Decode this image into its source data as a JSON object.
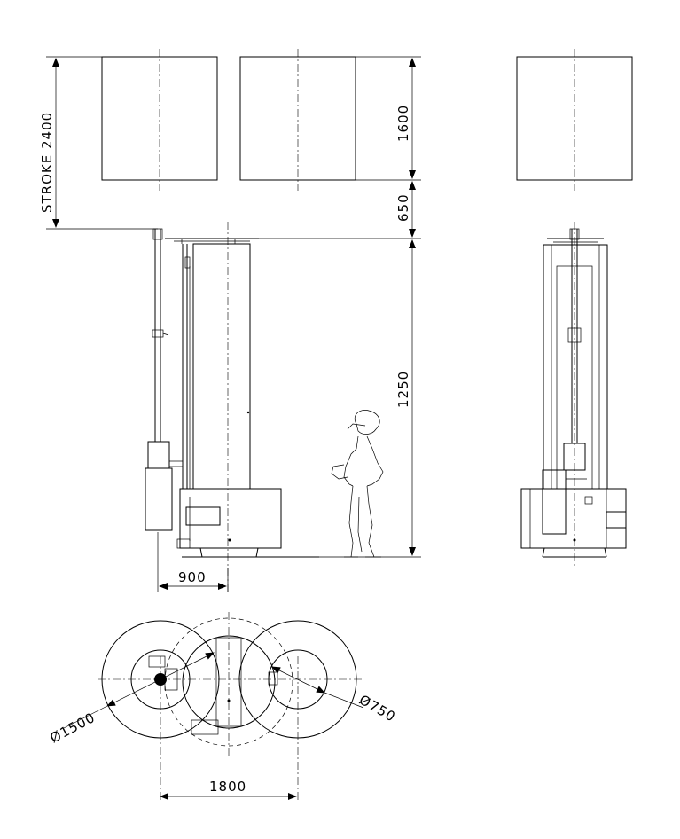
{
  "dimensions": {
    "stroke": "STROKE 2400",
    "height_1600": "1600",
    "height_650": "650",
    "height_1250": "1250",
    "width_900": "900",
    "diameter_1500": "Ø1500",
    "diameter_750": "Ø750",
    "width_1800": "1800"
  },
  "colors": {
    "line": "#000000",
    "background": "#ffffff"
  }
}
